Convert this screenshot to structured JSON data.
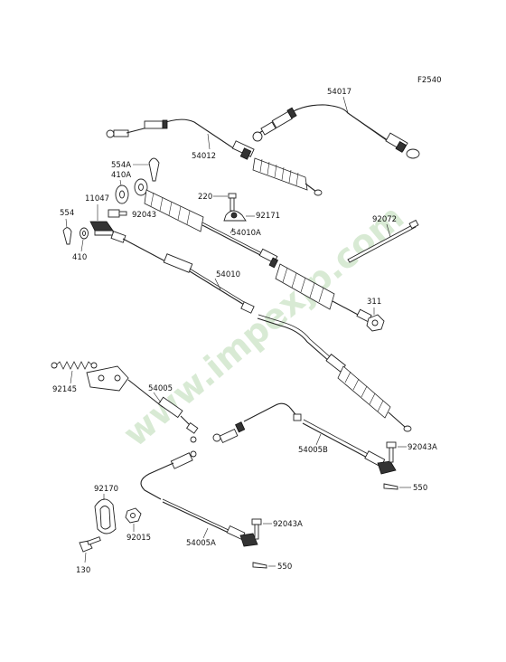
{
  "figure_code": "F2540",
  "watermark": "www.impexjp.com",
  "labels": {
    "p54017": "54017",
    "p54012": "54012",
    "p554A": "554A",
    "p410A": "410A",
    "p11047": "11047",
    "p92043": "92043",
    "p554": "554",
    "p410": "410",
    "p220": "220",
    "p92171": "92171",
    "p54010A": "54010A",
    "p92072": "92072",
    "p54010": "54010",
    "p311": "311",
    "p92145": "92145",
    "p54005": "54005",
    "p54005B": "54005B",
    "p92043A_1": "92043A",
    "p550_1": "550",
    "p92170": "92170",
    "p92015": "92015",
    "p130": "130",
    "p54005A": "54005A",
    "p92043A_2": "92043A",
    "p550_2": "550"
  }
}
